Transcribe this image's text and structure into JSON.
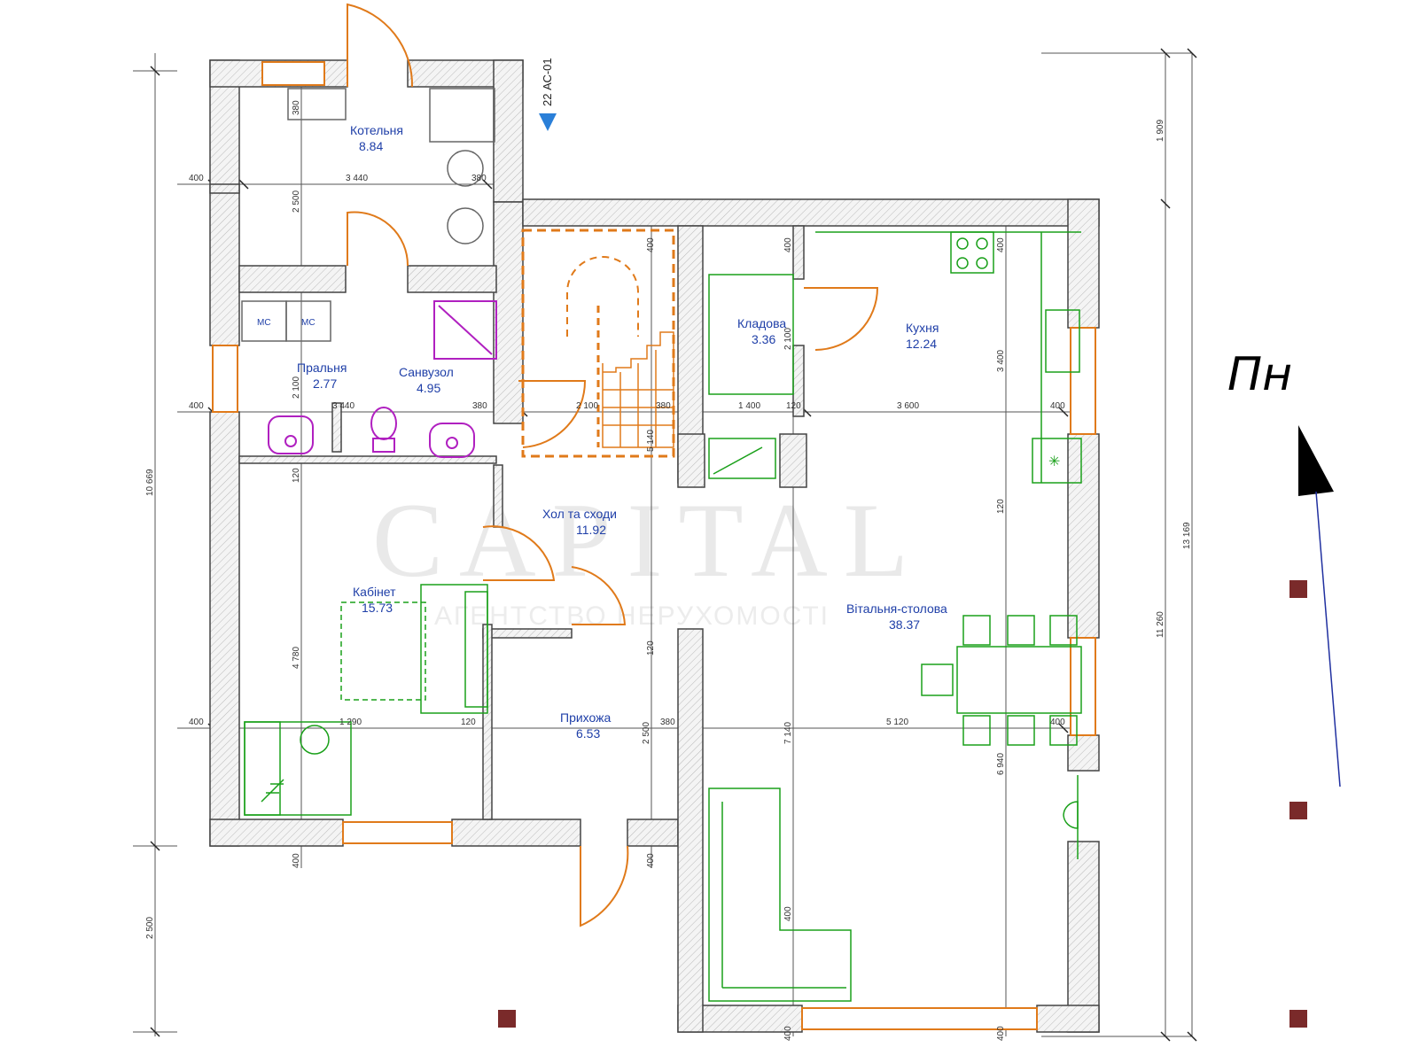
{
  "rooms": [
    {
      "id": "kotelnia",
      "name": "Котельня",
      "area": "8.84"
    },
    {
      "id": "pralnia",
      "name": "Пральня",
      "area": "2.77"
    },
    {
      "id": "sanvuzol",
      "name": "Санвузол",
      "area": "4.95"
    },
    {
      "id": "kladova",
      "name": "Кладова",
      "area": "3.36"
    },
    {
      "id": "kukhnia",
      "name": "Кухня",
      "area": "12.24"
    },
    {
      "id": "hall",
      "name": "Хол та сходи",
      "area": "11.92"
    },
    {
      "id": "kabinet",
      "name": "Кабінет",
      "area": "15.73"
    },
    {
      "id": "vitalnia",
      "name": "Вітальня-столова",
      "area": "38.37"
    },
    {
      "id": "prykhozha",
      "name": "Прихожа",
      "area": "6.53"
    }
  ],
  "north_label": "Пн",
  "section_marker": "22 АС-01",
  "watermark": {
    "main": "CAPITAL",
    "sub": "АГЕНТСТВО НЕРУХОМОСТІ"
  },
  "fixtures": {
    "mc_left": "МС",
    "mc_right": "МС"
  },
  "dimensions": {
    "d400a": "400",
    "d3440a": "3 440",
    "d380a": "380",
    "d2500a": "2 500",
    "d380b": "380",
    "d400b": "400",
    "d3440b": "3 440",
    "d380c": "380",
    "d2100a": "2 100",
    "d380d": "380",
    "d1400": "1 400",
    "d120a": "120",
    "d3600": "3 600",
    "d400c": "400",
    "d10669": "10 669",
    "d2100b": "2 100",
    "d120b": "120",
    "d4780": "4 780",
    "d400d": "400",
    "d1290": "1 290",
    "d120c": "120",
    "d2500b": "2 500",
    "d380e": "380",
    "d7140": "7 140",
    "d5120": "5 120",
    "d400e": "400",
    "d6940": "6 940",
    "d2500c": "2 500",
    "d1909": "1 909",
    "d11260": "11 260",
    "d13169": "13 169",
    "d400f": "400",
    "d2100c": "2 100",
    "d400g": "400",
    "d400h": "400",
    "d3400": "3 400",
    "d120d": "120",
    "d400i": "400",
    "d400j": "400",
    "d400k": "400",
    "d400l": "400",
    "d400m": "400",
    "d120e": "120",
    "d5140": "5 140"
  },
  "colors": {
    "wall_outline": "#444444",
    "door": "#e07a1a",
    "furniture": "#1aa01a",
    "sanitary": "#b020c0",
    "room_text": "#1f3fa8",
    "marker": "#7a2a2a",
    "section_marker": "#2a7fd8"
  }
}
